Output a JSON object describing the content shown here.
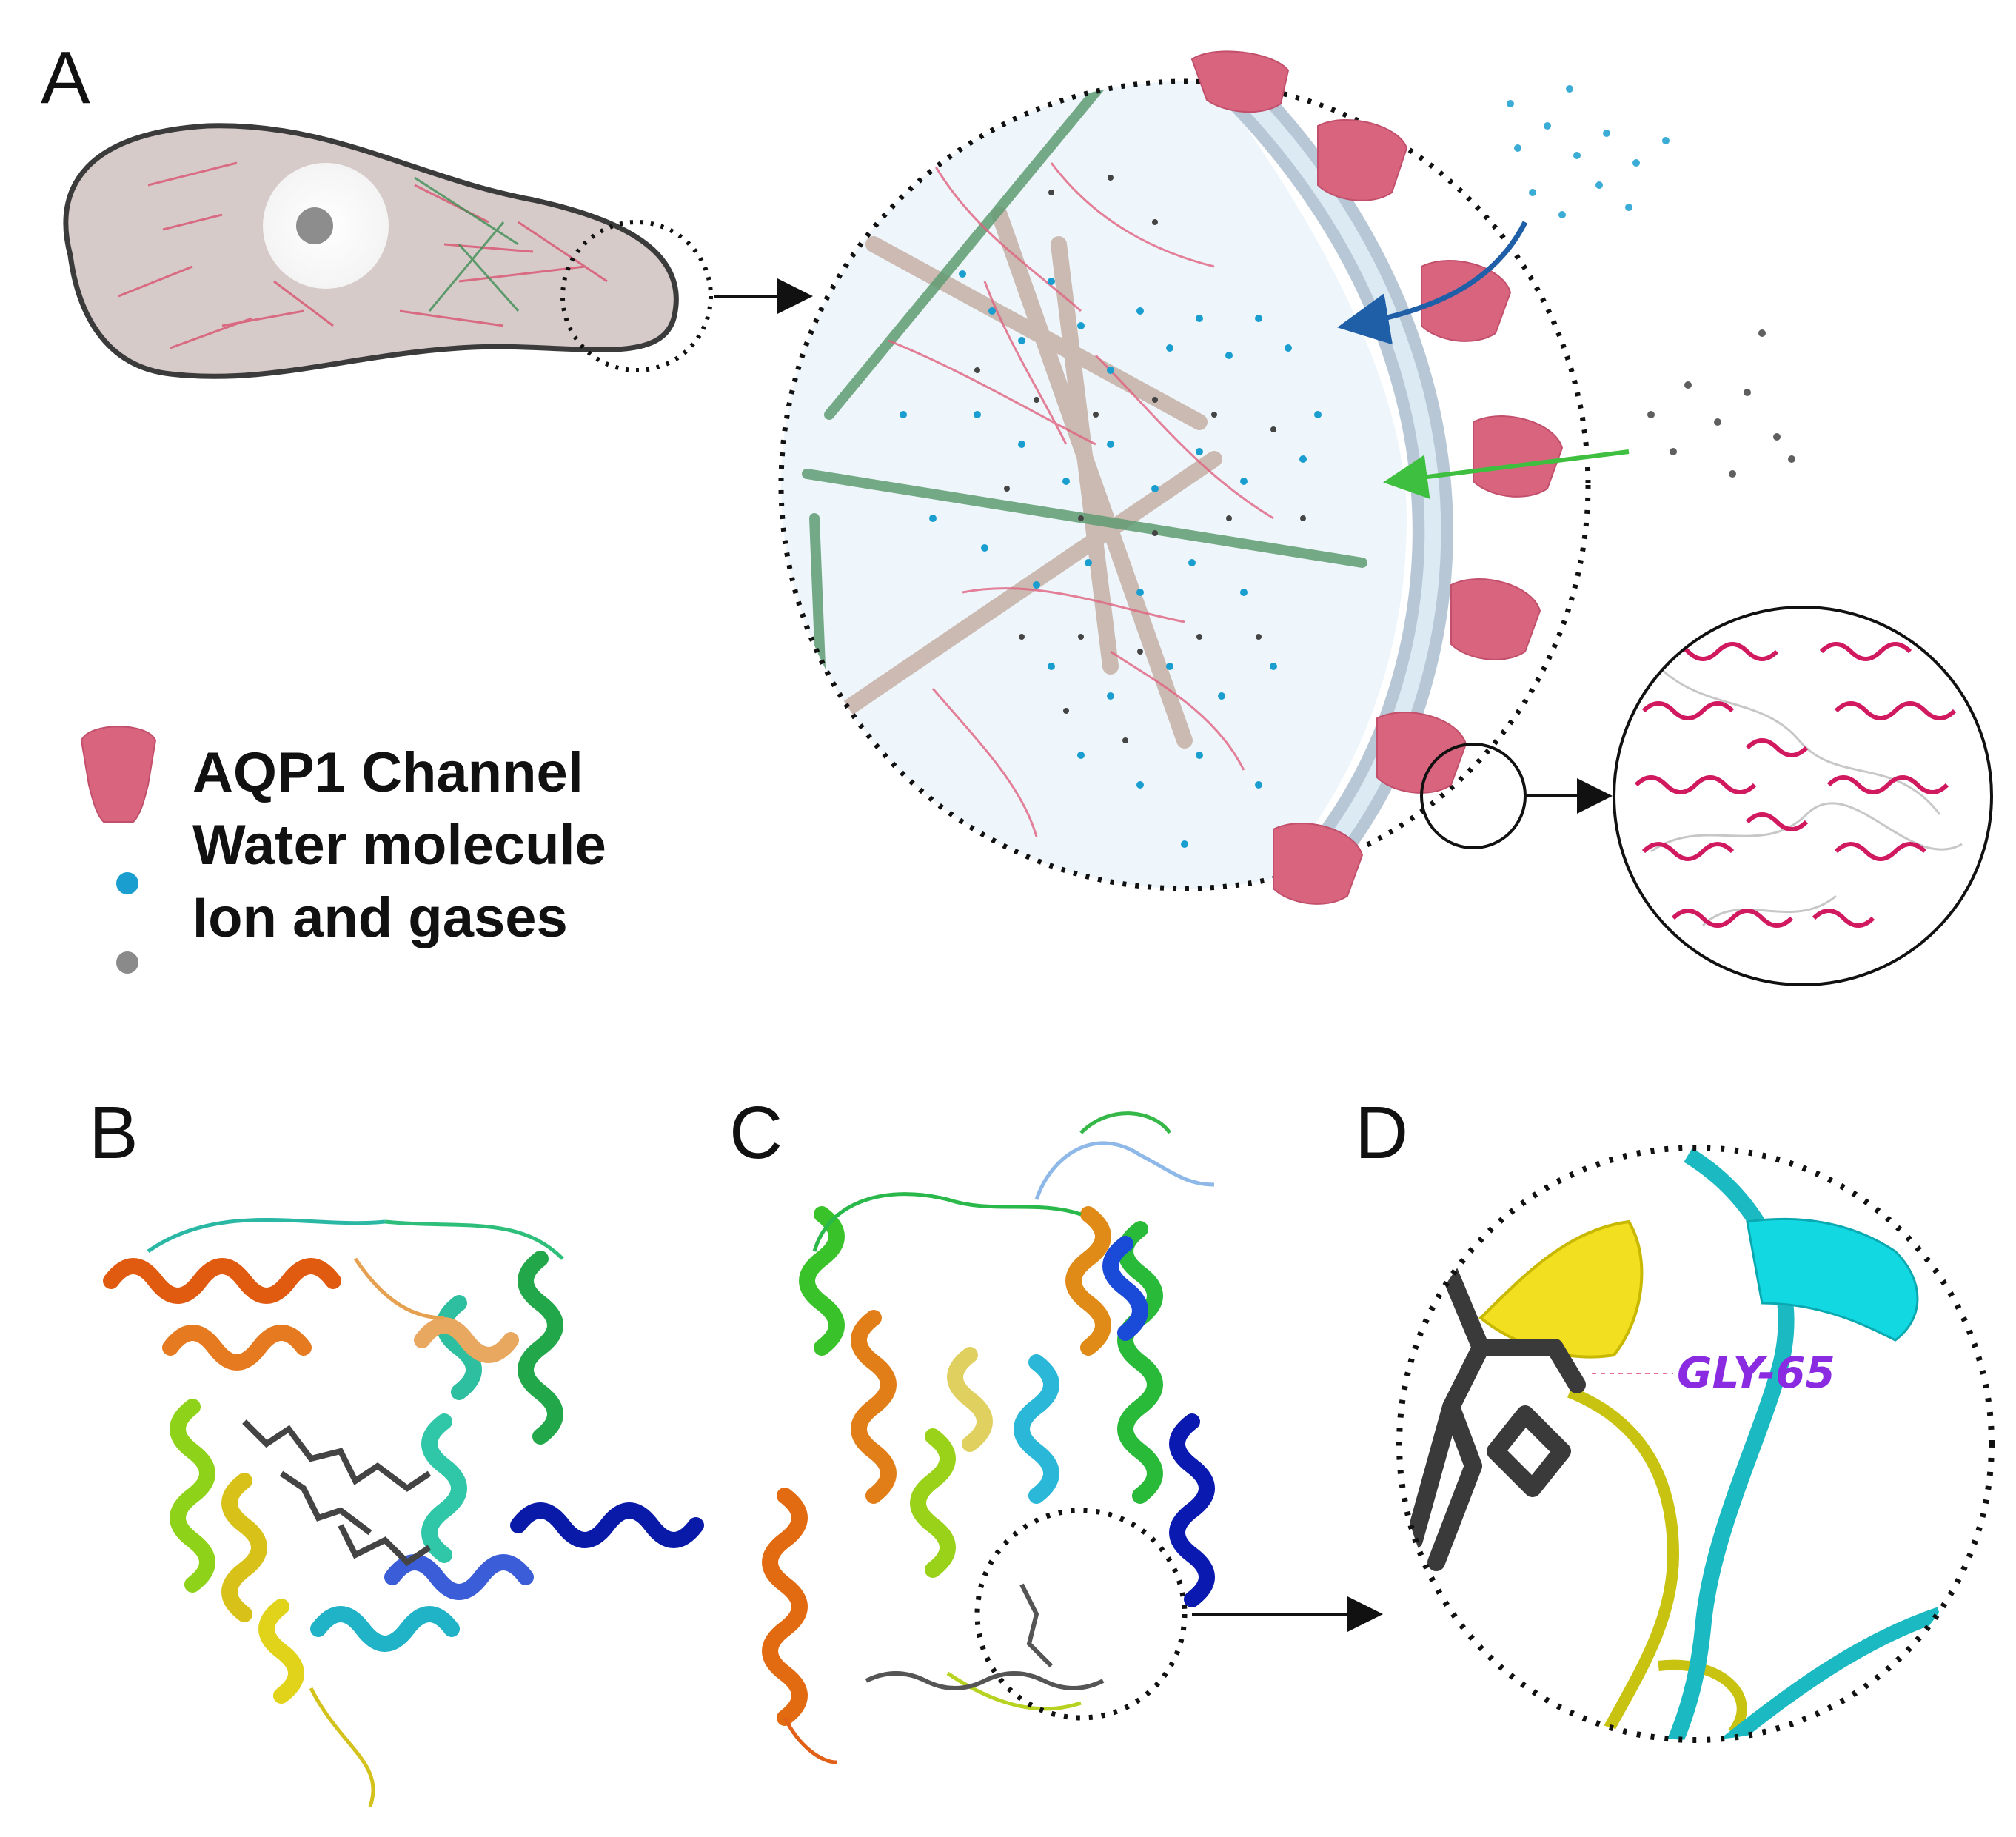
{
  "panels": {
    "a": "A",
    "b": "B",
    "c": "C",
    "d": "D"
  },
  "legend": {
    "channel": "AQP1 Channel",
    "water": "Water molecule",
    "ions": "Ion and gases"
  },
  "residue_label": "GLY-65",
  "colors": {
    "channel": "#d8647e",
    "water": "#1a9ed0",
    "ion": "#444444",
    "residue_label": "#8a2be2",
    "cell_fill": "#d7cbca",
    "membrane": "#b7c7d6"
  }
}
